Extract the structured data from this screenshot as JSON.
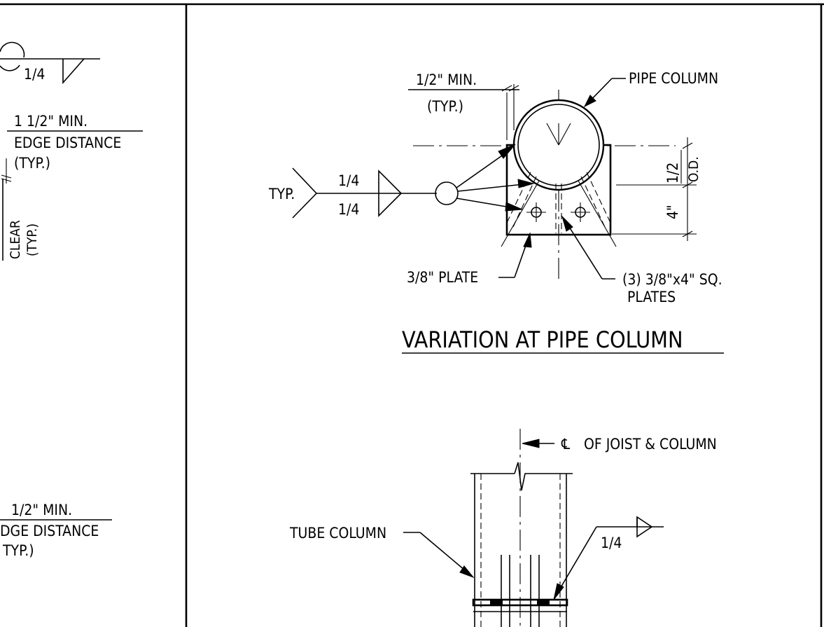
{
  "left_panel": {
    "weld_size": "1/4",
    "edge_top_line1": "1 1/2\" MIN.",
    "edge_top_line2": "EDGE DISTANCE",
    "edge_top_line3": "(TYP.)",
    "clear_label_line1": "CLEAR",
    "clear_label_line2": "(TYP.)",
    "edge_bottom_line1": "1/2\" MIN.",
    "edge_bottom_line2": "DGE DISTANCE",
    "edge_bottom_line3": "TYP.)"
  },
  "pipe_detail": {
    "min_note_line1": "1/2\" MIN.",
    "min_note_line2": "(TYP.)",
    "pipe_column_label": "PIPE COLUMN",
    "typ_label": "TYP.",
    "weld_top": "1/4",
    "weld_bottom": "1/4",
    "dim_half_od_line1": "1/2",
    "dim_half_od_line2": "O.D.",
    "dim_four": "4\"",
    "plate_label": "3/8\" PLATE",
    "sq_plates_line1": "(3) 3/8\"x4\" SQ.",
    "sq_plates_line2": "PLATES",
    "title": "VARIATION AT PIPE COLUMN"
  },
  "tube_detail": {
    "centerline_label": "OF JOIST & COLUMN",
    "tube_column_label": "TUBE COLUMN",
    "weld_size": "1/4"
  }
}
